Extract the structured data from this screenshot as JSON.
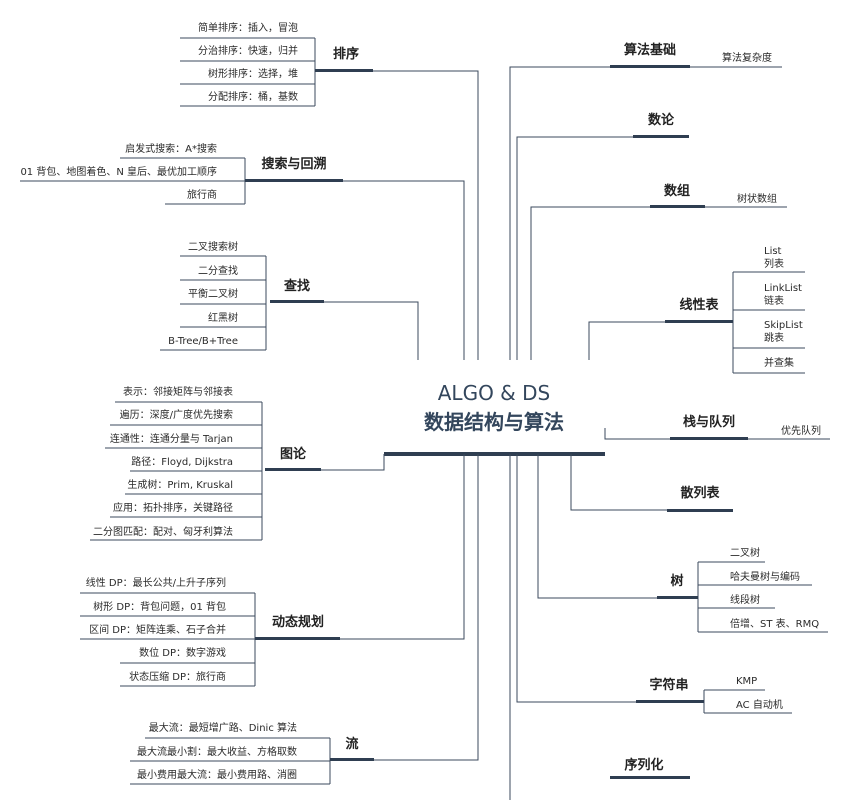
{
  "center": {
    "title_en": "ALGO & DS",
    "title_zh": "数据结构与算法"
  },
  "left": {
    "sorting": {
      "label": "排序",
      "items": [
        "简单排序：插入，冒泡",
        "分治排序：快速，归并",
        "树形排序：选择，堆",
        "分配排序：桶，基数"
      ]
    },
    "search_backtrack": {
      "label": "搜索与回溯",
      "items": [
        "启发式搜索：A*搜索",
        "01 背包、地图着色、N 皇后、最优加工顺序",
        "旅行商"
      ]
    },
    "lookup": {
      "label": "查找",
      "items": [
        "二叉搜索树",
        "二分查找",
        "平衡二叉树",
        "红黑树",
        "B-Tree/B+Tree"
      ]
    },
    "graph": {
      "label": "图论",
      "items": [
        "表示：邻接矩阵与邻接表",
        "遍历：深度/广度优先搜索",
        "连通性：连通分量与 Tarjan",
        "路径：Floyd, Dijkstra",
        "生成树：Prim, Kruskal",
        "应用：拓扑排序，关键路径",
        "二分图匹配：配对、匈牙利算法"
      ]
    },
    "dp": {
      "label": "动态规划",
      "items": [
        "线性 DP：最长公共/上升子序列",
        "树形 DP：背包问题，01 背包",
        "区间 DP：矩阵连乘、石子合并",
        "数位 DP：数字游戏",
        "状态压缩 DP：旅行商"
      ]
    },
    "flow": {
      "label": "流",
      "items": [
        "最大流：最短增广路、Dinic 算法",
        "最大流最小割：最大收益、方格取数",
        "最小费用最大流：最小费用路、消圈"
      ]
    }
  },
  "right": {
    "algo_basics": {
      "label": "算法基础",
      "items": [
        "算法复杂度"
      ]
    },
    "number_theory": {
      "label": "数论",
      "items": []
    },
    "array": {
      "label": "数组",
      "items": [
        "树状数组"
      ]
    },
    "linear_list": {
      "label": "线性表",
      "items": [
        {
          "line1": "List",
          "line2": "列表"
        },
        {
          "line1": "LinkList",
          "line2": "链表"
        },
        {
          "line1": "SkipList",
          "line2": "跳表"
        },
        {
          "line1": "并查集",
          "line2": ""
        }
      ]
    },
    "stack_queue": {
      "label": "栈与队列",
      "items": [
        "优先队列"
      ]
    },
    "hash_table": {
      "label": "散列表",
      "items": []
    },
    "tree": {
      "label": "树",
      "items": [
        "二叉树",
        "哈夫曼树与编码",
        "线段树",
        "倍增、ST 表、RMQ"
      ]
    },
    "string": {
      "label": "字符串",
      "items": [
        "KMP",
        "AC 自动机"
      ]
    },
    "serialization": {
      "label": "序列化",
      "items": []
    }
  },
  "colors": {
    "line": "#3b4a5c",
    "bar": "#2f3e51",
    "title": "#33465c"
  }
}
